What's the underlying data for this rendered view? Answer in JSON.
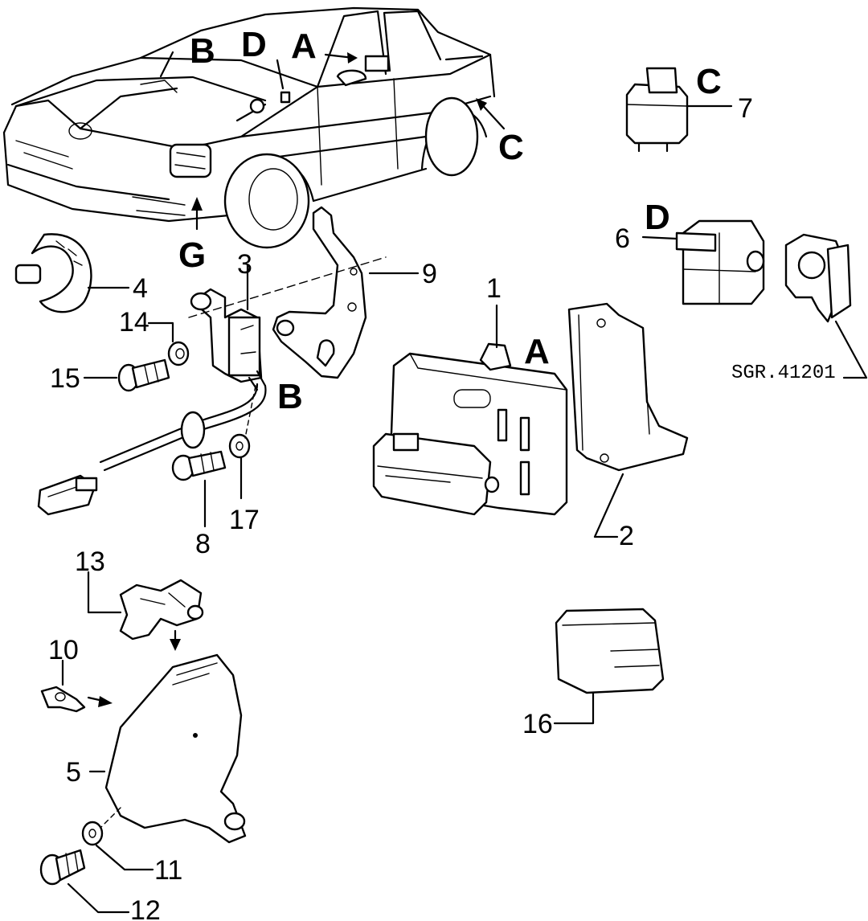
{
  "callouts": {
    "n1": "1",
    "n2": "2",
    "n3": "3",
    "n4": "4",
    "n5": "5",
    "n6": "6",
    "n7": "7",
    "n8": "8",
    "n9": "9",
    "n10": "10",
    "n11": "11",
    "n12": "12",
    "n13": "13",
    "n14": "14",
    "n15": "15",
    "n16": "16",
    "n17": "17"
  },
  "letters": {
    "car_B": "B",
    "car_D": "D",
    "car_A": "A",
    "car_C": "C",
    "car_G": "G",
    "relay_C": "C",
    "part_D": "D",
    "module_A": "A",
    "switch_B": "B"
  },
  "reference_code": "SGR.41201"
}
